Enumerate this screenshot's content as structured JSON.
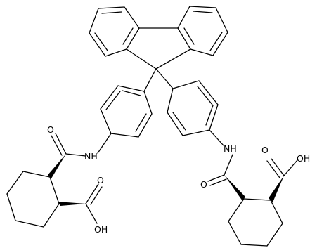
{
  "molecule": {
    "atom_labels": {
      "o_amide_left": "O",
      "nh_left": "NH",
      "o_acid_left": "O",
      "oh_left": "OH",
      "nh_right": "NH",
      "o_amide_right": "O",
      "o_acid_right": "O",
      "oh_right": "OH"
    }
  }
}
